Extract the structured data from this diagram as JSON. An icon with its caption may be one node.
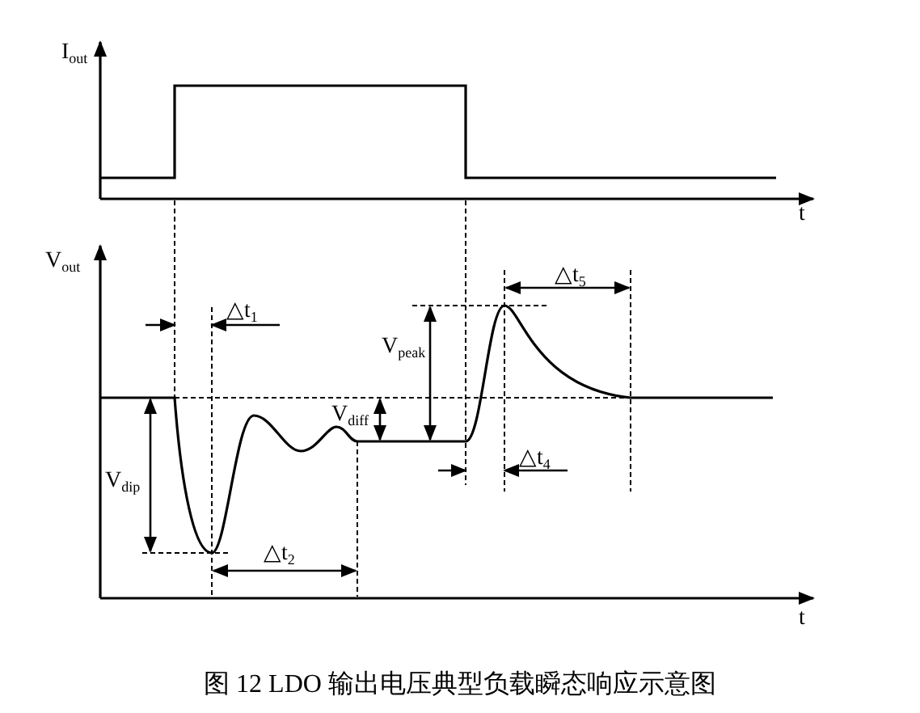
{
  "diagram": {
    "caption": "图 12 LDO 输出电压典型负载瞬态响应示意图",
    "labels": [
      "I$_{out}$",
      "t",
      "V$_{out}$",
      "△t$_{5}$",
      "△t$_{1}$",
      "V$_{peak}$",
      "V$_{diff}$",
      "V$_{dip}$",
      "△t$_{4}$",
      "△t$_{2}$",
      "t"
    ]
  }
}
